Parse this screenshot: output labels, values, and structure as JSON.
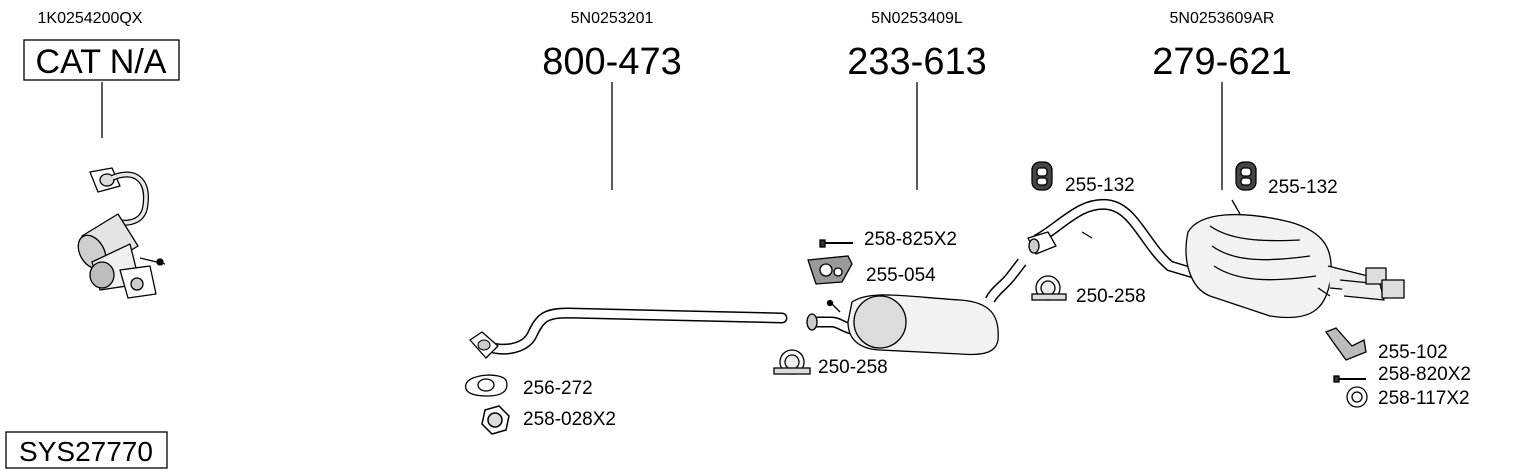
{
  "sections": [
    {
      "oem": "1K0254200QX",
      "part": "CAT N/A"
    },
    {
      "oem": "5N0253201",
      "part": "800-473"
    },
    {
      "oem": "5N0253409L",
      "part": "233-613"
    },
    {
      "oem": "5N0253609AR",
      "part": "279-621"
    }
  ],
  "fittings": [
    {
      "label": "256-272",
      "icon": "flange-gasket-icon"
    },
    {
      "label": "258-028X2",
      "icon": "hex-nut-icon"
    },
    {
      "label": "258-825X2",
      "icon": "bolt-icon"
    },
    {
      "label": "255-054",
      "icon": "rubber-mount-icon"
    },
    {
      "label": "250-258",
      "icon": "pipe-clamp-icon"
    },
    {
      "label": "255-132",
      "icon": "rubber-hanger-icon"
    },
    {
      "label": "250-258",
      "icon": "pipe-clamp-icon"
    },
    {
      "label": "255-132",
      "icon": "rubber-hanger-icon"
    },
    {
      "label": "255-102",
      "icon": "mounting-bracket-icon"
    },
    {
      "label": "258-820X2",
      "icon": "bolt-icon"
    },
    {
      "label": "258-117X2",
      "icon": "sealing-ring-icon"
    }
  ],
  "system_code": "SYS27770"
}
